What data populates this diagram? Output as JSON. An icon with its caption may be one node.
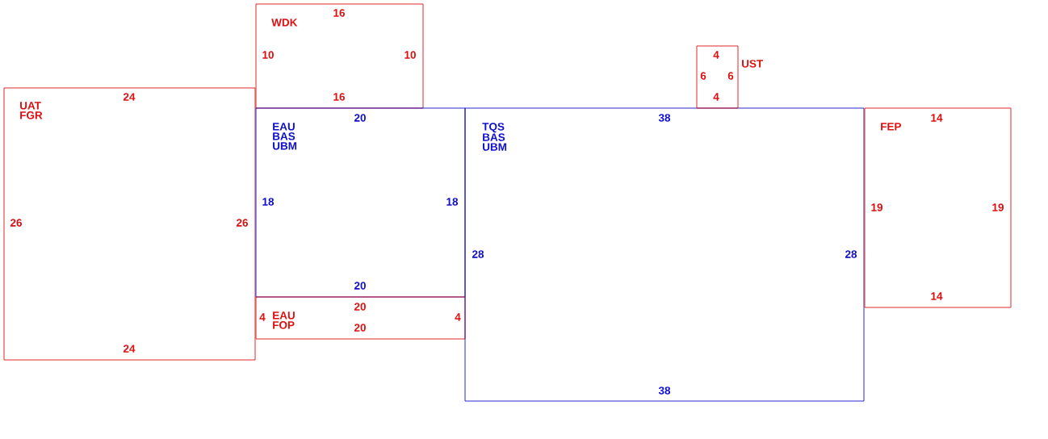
{
  "diagram": {
    "nodes": [
      {
        "text": [
          "UAT FGR",
          "24",
          "26",
          "26",
          "24"
        ]
      },
      {
        "text": [
          "WDK",
          "16",
          "10",
          "10",
          "16"
        ]
      },
      {
        "text": [
          "EAU BAS UBM",
          "20",
          "18",
          "18",
          "20"
        ]
      },
      {
        "text": [
          "EAU FOP",
          "20",
          "4",
          "4",
          "20"
        ]
      },
      {
        "text": [
          "TQS BAS UBM",
          "38",
          "28",
          "28",
          "38"
        ]
      },
      {
        "text": [
          "UST",
          "4",
          "6",
          "6",
          "4"
        ]
      },
      {
        "text": [
          "FEP",
          "14",
          "19",
          "19",
          "14"
        ]
      }
    ]
  }
}
